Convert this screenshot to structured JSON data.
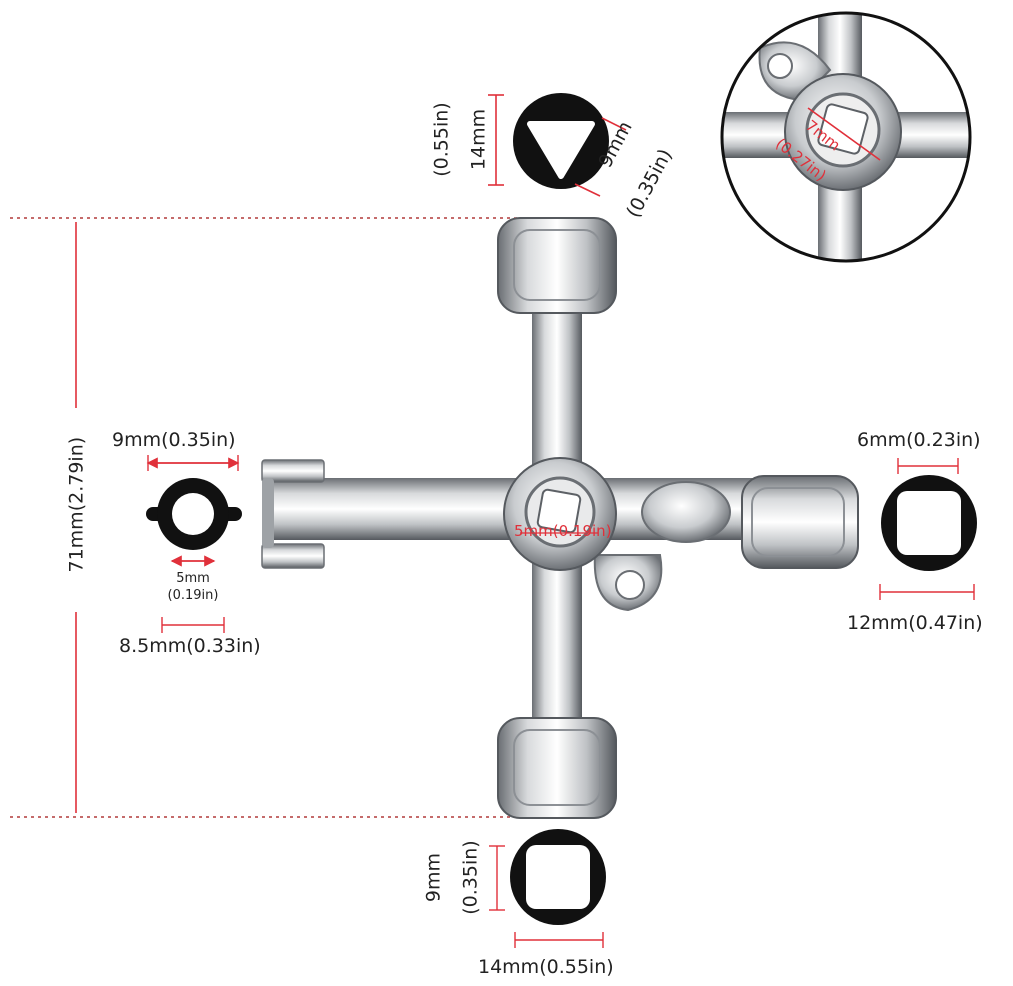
{
  "labels": {
    "height_total": "71mm(2.79in)",
    "left_top": "9mm(0.35in)",
    "left_mid_mm": "5mm",
    "left_mid_in": "(0.19in)",
    "left_bottom": "8.5mm(0.33in)",
    "center": "5mm(0.19in)",
    "right_top": "6mm(0.23in)",
    "right_bottom": "12mm(0.47in)",
    "top_height_mm": "14mm",
    "top_height_in": "(0.55in)",
    "top_side_mm": "9mm",
    "top_side_in": "(0.35in)",
    "bottom_height_mm": "9mm",
    "bottom_height_in": "(0.35in)",
    "bottom_width": "14mm(0.55in)",
    "inset_mm": "7mm",
    "inset_in": "(0.27in)"
  },
  "colors": {
    "dimension_red": "#e0303a",
    "dotted_guide": "#b23a3a",
    "profile_black": "#111111",
    "metal_light": "#f2f2f2",
    "metal_mid": "#b9bcc0",
    "metal_dark": "#5d6166"
  },
  "icons": {
    "top_profile": "triangle-socket-icon",
    "left_profile": "round-socket-with-tabs-icon",
    "right_profile": "square-socket-icon",
    "bottom_profile": "square-socket-icon",
    "inset": "magnified-hub-icon",
    "tool": "cross-utility-key-icon"
  }
}
